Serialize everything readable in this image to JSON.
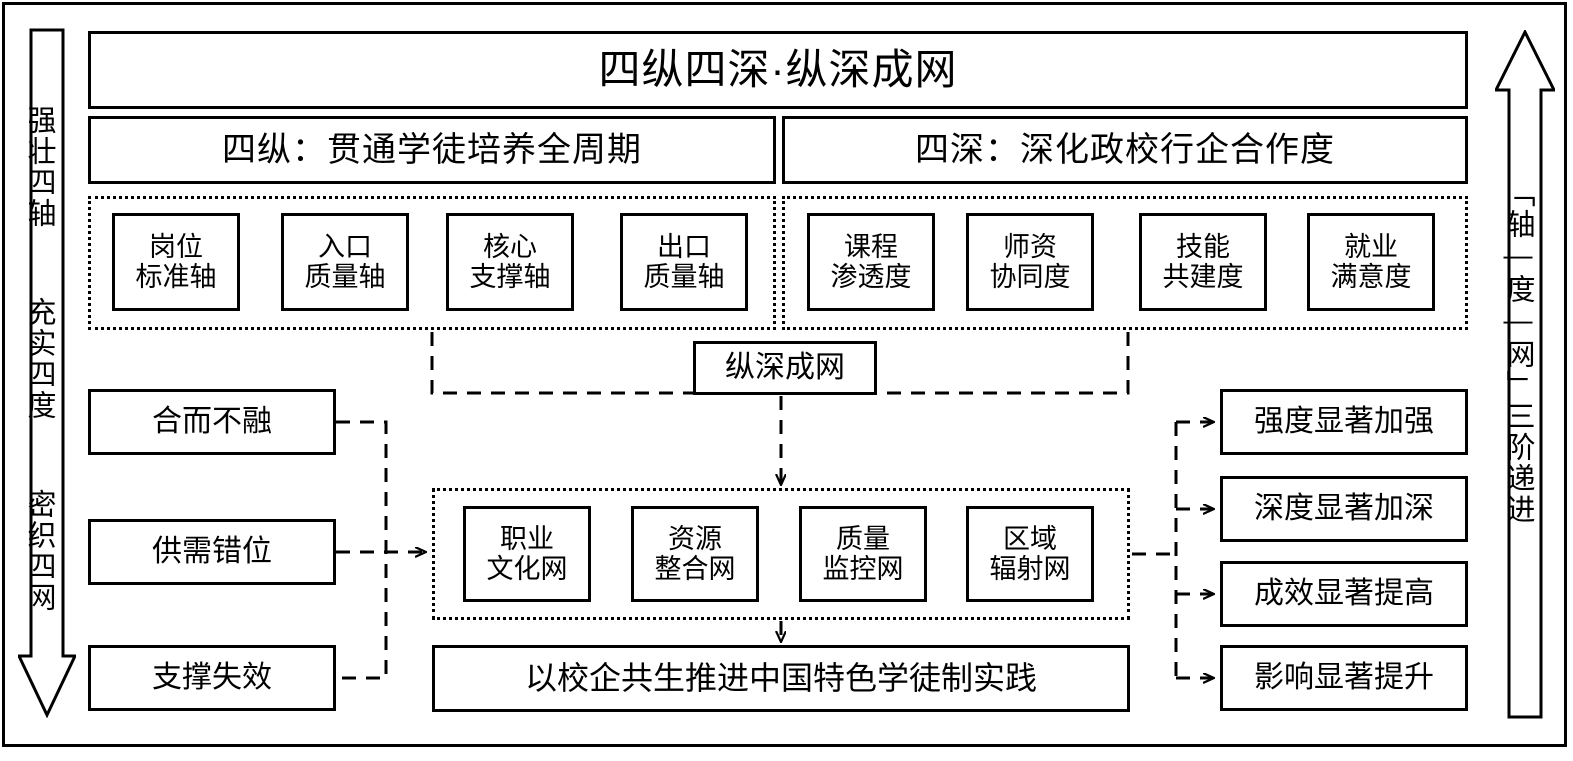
{
  "diagram": {
    "title": "四纵四深·纵深成网",
    "left_rail_text": "强壮四轴  充实四度  密织四网",
    "right_rail_text": "「轴—度—网」三阶递进",
    "columns": [
      {
        "header": "四纵：贯通学徒培养全周期",
        "items": [
          "岗位\n标准轴",
          "入口\n质量轴",
          "核心\n支撑轴",
          "出口\n质量轴"
        ]
      },
      {
        "header": "四深：深化政校行企合作度",
        "items": [
          "课程\n渗透度",
          "师资\n协同度",
          "技能\n共建度",
          "就业\n满意度"
        ]
      }
    ],
    "mid_node": "纵深成网",
    "problems": [
      "合而不融",
      "供需错位",
      "支撑失效"
    ],
    "networks": [
      "职业\n文化网",
      "资源\n整合网",
      "质量\n监控网",
      "区域\n辐射网"
    ],
    "outcomes": [
      "强度显著加强",
      "深度显著加深",
      "成效显著提高",
      "影响显著提升"
    ],
    "conclusion": "以校企共生推进中国特色学徒制实践"
  },
  "colors": {
    "stroke": "#000000",
    "background": "#ffffff"
  }
}
